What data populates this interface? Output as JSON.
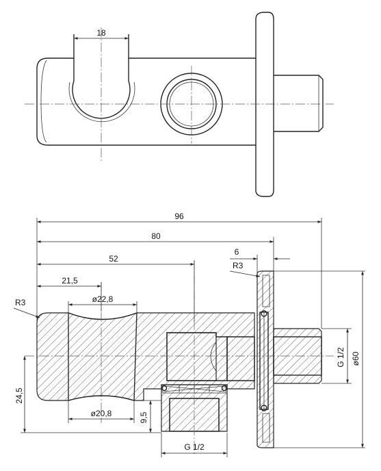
{
  "drawing": {
    "dimensions": {
      "top_slot_width": "18",
      "overall_length": "96",
      "body_length": "80",
      "to_outlet_axis": "52",
      "to_holder_axis": "21,5",
      "holder_top_diameter": "ø22,8",
      "holder_bottom_diameter": "ø20,8",
      "flange_thickness": "6",
      "radius_left": "R3",
      "radius_flange": "R3",
      "holder_axis_height": "24,5",
      "outlet_depth": "9,5",
      "bottom_thread": "G 1/2",
      "side_thread": "G 1/2",
      "flange_diameter": "ø60"
    }
  }
}
